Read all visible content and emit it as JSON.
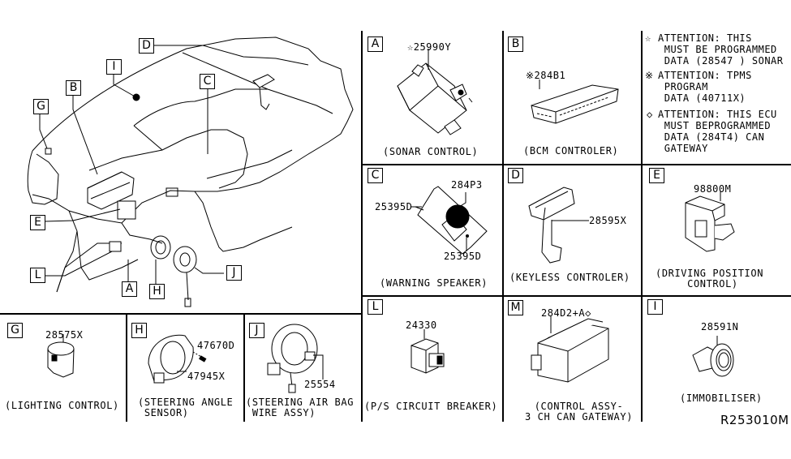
{
  "diagram_id": "R253010M",
  "main_view": {
    "callouts": [
      "A",
      "B",
      "C",
      "D",
      "E",
      "G",
      "H",
      "I",
      "J",
      "L"
    ]
  },
  "cells": {
    "A": {
      "tag": "A",
      "part": "☆25990Y",
      "caption": "(SONAR CONTROL)"
    },
    "B": {
      "tag": "B",
      "part": "※284B1",
      "caption": "(BCM CONTROLER)"
    },
    "C": {
      "tag": "C",
      "part_main": "284P3",
      "part_screw_left": "25395D",
      "part_screw_right": "25395D",
      "caption": "(WARNING SPEAKER)"
    },
    "D": {
      "tag": "D",
      "part": "28595X",
      "caption": "(KEYLESS CONTROLER)"
    },
    "E": {
      "tag": "E",
      "part": "98800M",
      "caption": "(DRIVING POSITION\n     CONTROL)"
    },
    "G": {
      "tag": "G",
      "part": "28575X",
      "caption": "(LIGHTING CONTROL)"
    },
    "H": {
      "tag": "H",
      "part_bolt": "47670D",
      "part_main": "47945X",
      "caption": "(STEERING ANGLE\n SENSOR)"
    },
    "J": {
      "tag": "J",
      "part": "25554",
      "caption": "(STEERING AIR BAG\n WIRE ASSY)"
    },
    "L": {
      "tag": "L",
      "part": "24330",
      "caption": "(P/S CIRCUIT BREAKER)"
    },
    "M": {
      "tag": "M",
      "part": "284D2+A◇",
      "caption": "(CONTROL ASSY-\n3 CH CAN GATEWAY)"
    },
    "I": {
      "tag": "I",
      "part": "28591N",
      "caption": "(IMMOBILISER)"
    }
  },
  "notes": [
    {
      "symbol": "☆",
      "text": "ATTENTION: THIS\n MUST BE PROGRAMMED\n DATA (28547 ) SONAR"
    },
    {
      "symbol": "※",
      "text": "ATTENTION: TPMS\n PROGRAM\n DATA (40711X)"
    },
    {
      "symbol": "◇",
      "text": "ATTENTION: THIS ECU\n MUST BEPROGRAMMED\n DATA (284T4) CAN\n GATEWAY"
    }
  ]
}
